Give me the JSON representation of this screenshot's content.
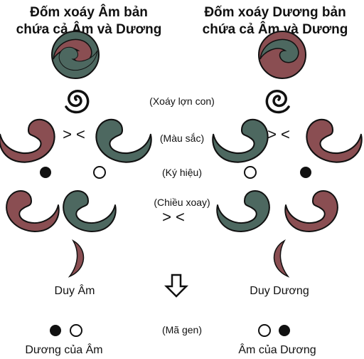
{
  "colors": {
    "yin": "#8a4e52",
    "yang": "#4d6860",
    "outline": "#111111"
  },
  "title_left": [
    "Đốm xoáy Âm bản",
    "chứa cả Âm và Dương"
  ],
  "title_right": [
    "Đốm xoáy Dương bản",
    "chứa cả Âm và Dương"
  ],
  "row_labels": {
    "small_spiral": "(Xoáy lợn con)",
    "color": "(Màu sắc)",
    "symbol": "(Ký hiệu)",
    "rotation": "(Chiều xoay)",
    "gene": "(Mã gen)"
  },
  "comparators": {
    "left": "><",
    "right": "><",
    "rotation": "><"
  },
  "labels": {
    "duy_am": "Duy Âm",
    "duy_duong": "Duy Dương",
    "duong_cua_am": "Dương của Âm",
    "am_cua_duong": "Âm của Dương"
  },
  "icons": {
    "arrow": "down-outline-arrow-icon"
  }
}
